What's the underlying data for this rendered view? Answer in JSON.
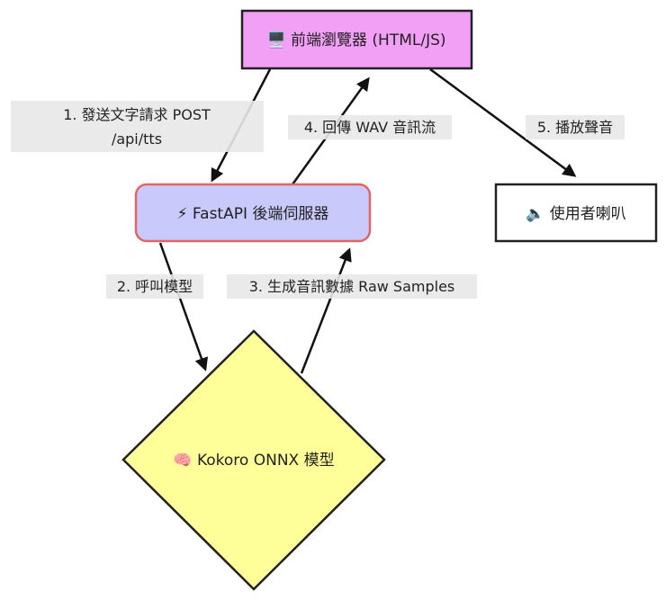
{
  "nodes": {
    "browser": {
      "label": "🖥️ 前端瀏覽器 (HTML/JS)",
      "fill": "#f2a0f5",
      "stroke": "#222222"
    },
    "server": {
      "label": "⚡ FastAPI 後端伺服器",
      "fill": "#c9c9fb",
      "stroke": "#e06666"
    },
    "speaker": {
      "label": "🔈 使用者喇叭",
      "fill": "#ffffff",
      "stroke": "#222222"
    },
    "model": {
      "label": "🧠 Kokoro ONNX 模型",
      "fill": "#ffff99",
      "stroke": "#222222"
    }
  },
  "edges": {
    "e1_line1": "1. 發送文字請求 POST",
    "e1_line2": "/api/tts",
    "e2": "2. 呼叫模型",
    "e3": "3. 生成音訊數據 Raw Samples",
    "e4": "4. 回傳 WAV 音訊流",
    "e5": "5. 播放聲音"
  }
}
